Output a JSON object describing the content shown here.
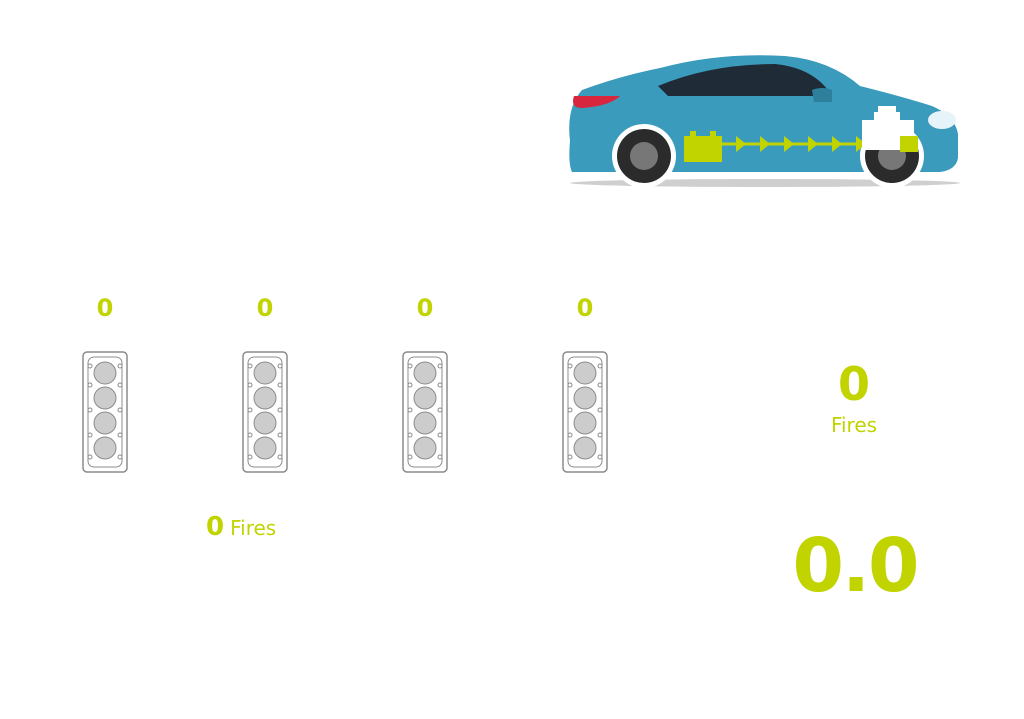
{
  "colors": {
    "accent": "#c2d400",
    "car_body": "#3a9bbd",
    "engine_outline": "#8c8c8c",
    "cylinder_fill": "#cccccc"
  },
  "icons": {
    "car": "hybrid-car-illustration",
    "engine": "four-cylinder-engine-block-icon"
  },
  "cylinders": [
    {
      "count": "0"
    },
    {
      "count": "0"
    },
    {
      "count": "0"
    },
    {
      "count": "0"
    }
  ],
  "fires_inline": {
    "value": "0",
    "label": "Fires"
  },
  "fires_total": {
    "value": "0",
    "label": "Fires"
  },
  "main_value": "0.0"
}
